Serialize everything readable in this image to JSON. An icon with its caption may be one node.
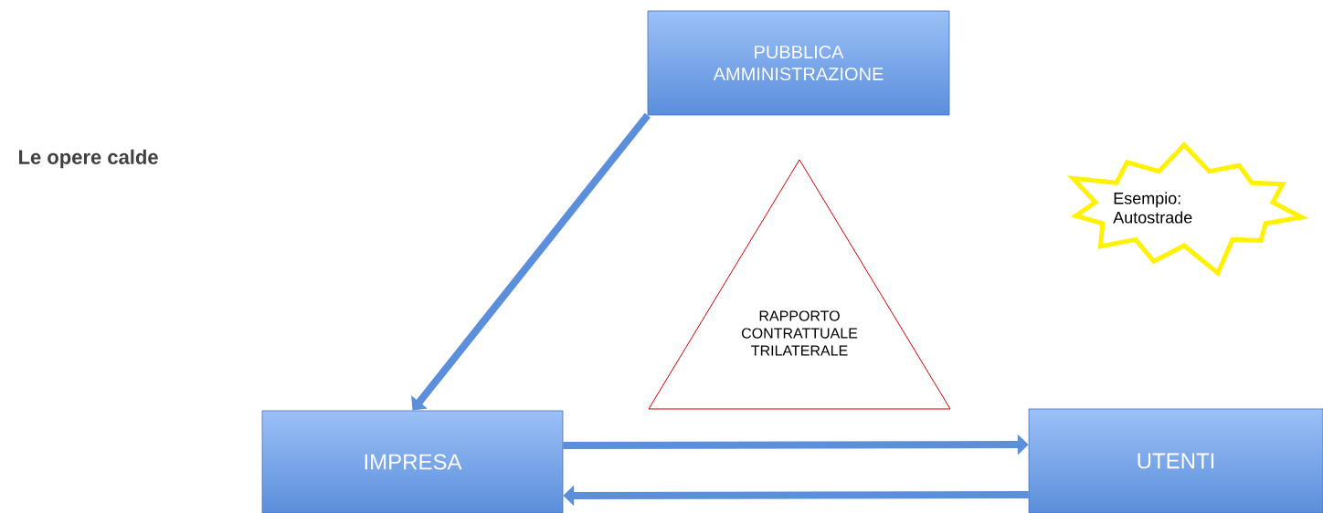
{
  "diagram": {
    "title": "Le opere calde",
    "nodes": [
      {
        "text": [
          "PUBBLICA AMMINISTRAZIONE"
        ]
      },
      {
        "text": [
          "RAPPORTO CONTRATTUALE TRILATERALE"
        ]
      },
      {
        "text": [
          "Esempio: Autostrade"
        ]
      },
      {
        "text": [
          "IMPRESA"
        ]
      },
      {
        "text": [
          "UTENTI"
        ]
      }
    ],
    "edges": [
      {
        "from": 0,
        "to": 3,
        "arrow": "to"
      },
      {
        "from": 3,
        "to": 4,
        "arrow": "to"
      },
      {
        "from": 4,
        "to": 3,
        "arrow": "to"
      }
    ]
  }
}
